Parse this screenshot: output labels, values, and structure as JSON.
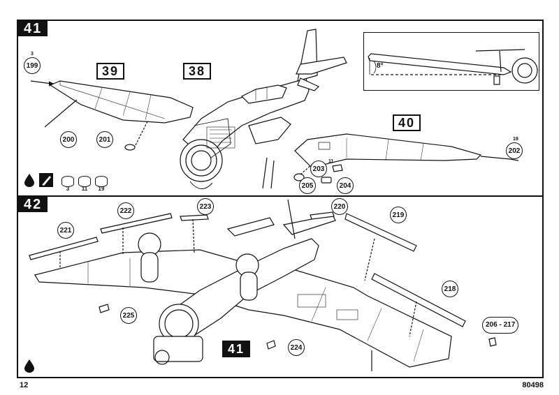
{
  "steps": {
    "top": {
      "number": "41",
      "reference_boxes": [
        "39",
        "38",
        "40"
      ],
      "parts": [
        "199",
        "200",
        "201",
        "202",
        "203",
        "204",
        "205"
      ],
      "paint_refs": {
        "p199": "3",
        "p202": "19",
        "p203": "11"
      },
      "inset_angle": "8°",
      "paint_pots": [
        "3",
        "11",
        "19"
      ]
    },
    "bottom": {
      "number": "42",
      "reference_box": "41",
      "parts": [
        "221",
        "222",
        "223",
        "220",
        "219",
        "218",
        "225",
        "224"
      ],
      "part_pair": "206 - 217"
    }
  },
  "footer": {
    "page_number": "12",
    "catalog_number": "80498"
  },
  "colors": {
    "ink": "#111111",
    "paper": "#ffffff"
  },
  "icons": [
    "glue-drop-icon",
    "knife-cut-icon",
    "paint-pot-icon"
  ]
}
